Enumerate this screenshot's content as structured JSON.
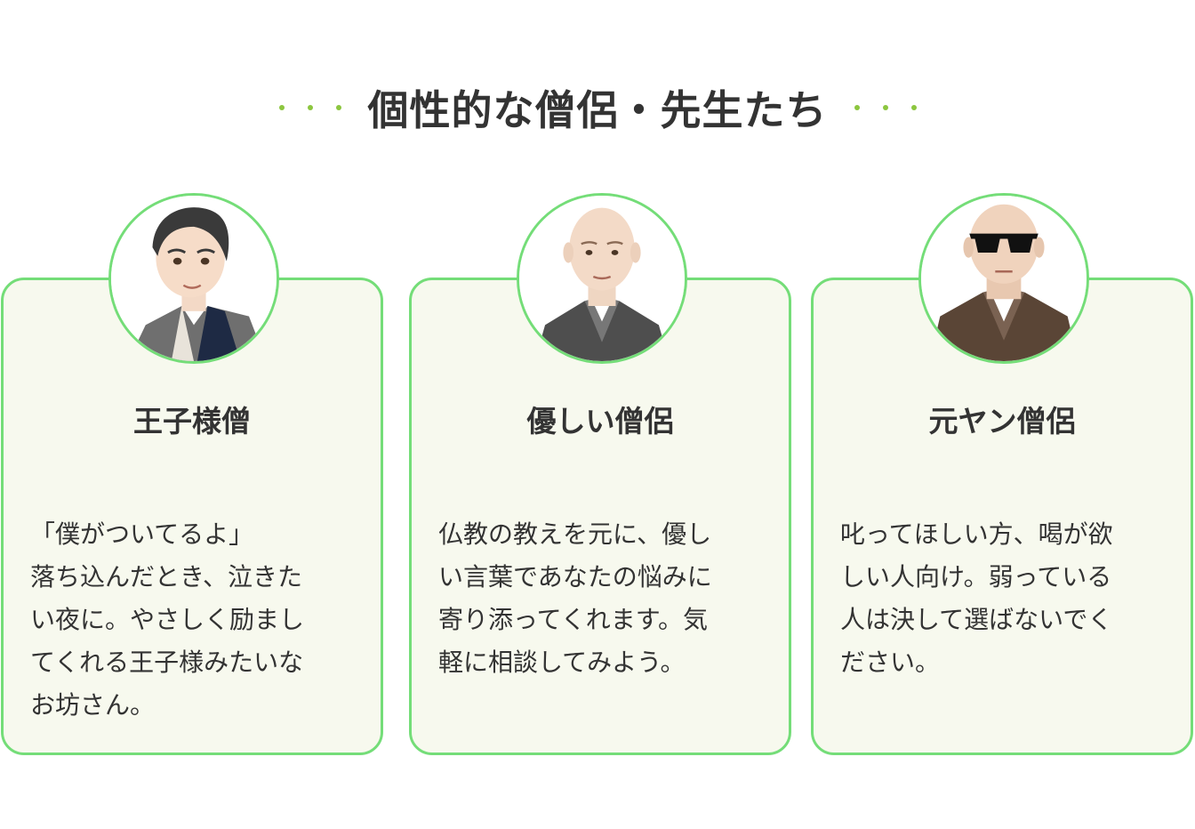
{
  "header": {
    "title": "個性的な僧侶・先生たち"
  },
  "colors": {
    "accent_green": "#74dd78",
    "dot_green": "#8cc63f",
    "card_bg": "#f7f9ee",
    "text": "#333333"
  },
  "cards": [
    {
      "name": "王子様僧",
      "avatar_icon": "prince-monk-portrait",
      "description_lines": [
        "「僕がついてるよ」",
        "落ち込んだとき、泣きた",
        "い夜に。やさしく励まし",
        "てくれる王子様みたいな",
        "お坊さん。"
      ]
    },
    {
      "name": "優しい僧侶",
      "avatar_icon": "gentle-monk-portrait",
      "description_lines": [
        "仏教の教えを元に、優し",
        "い言葉であなたの悩みに",
        "寄り添ってくれます。気",
        "軽に相談してみよう。"
      ]
    },
    {
      "name": "元ヤン僧侶",
      "avatar_icon": "ex-yankee-monk-portrait",
      "description_lines": [
        "叱ってほしい方、喝が欲",
        "しい人向け。弱っている",
        "人は決して選ばないでく",
        "ださい。"
      ]
    }
  ]
}
